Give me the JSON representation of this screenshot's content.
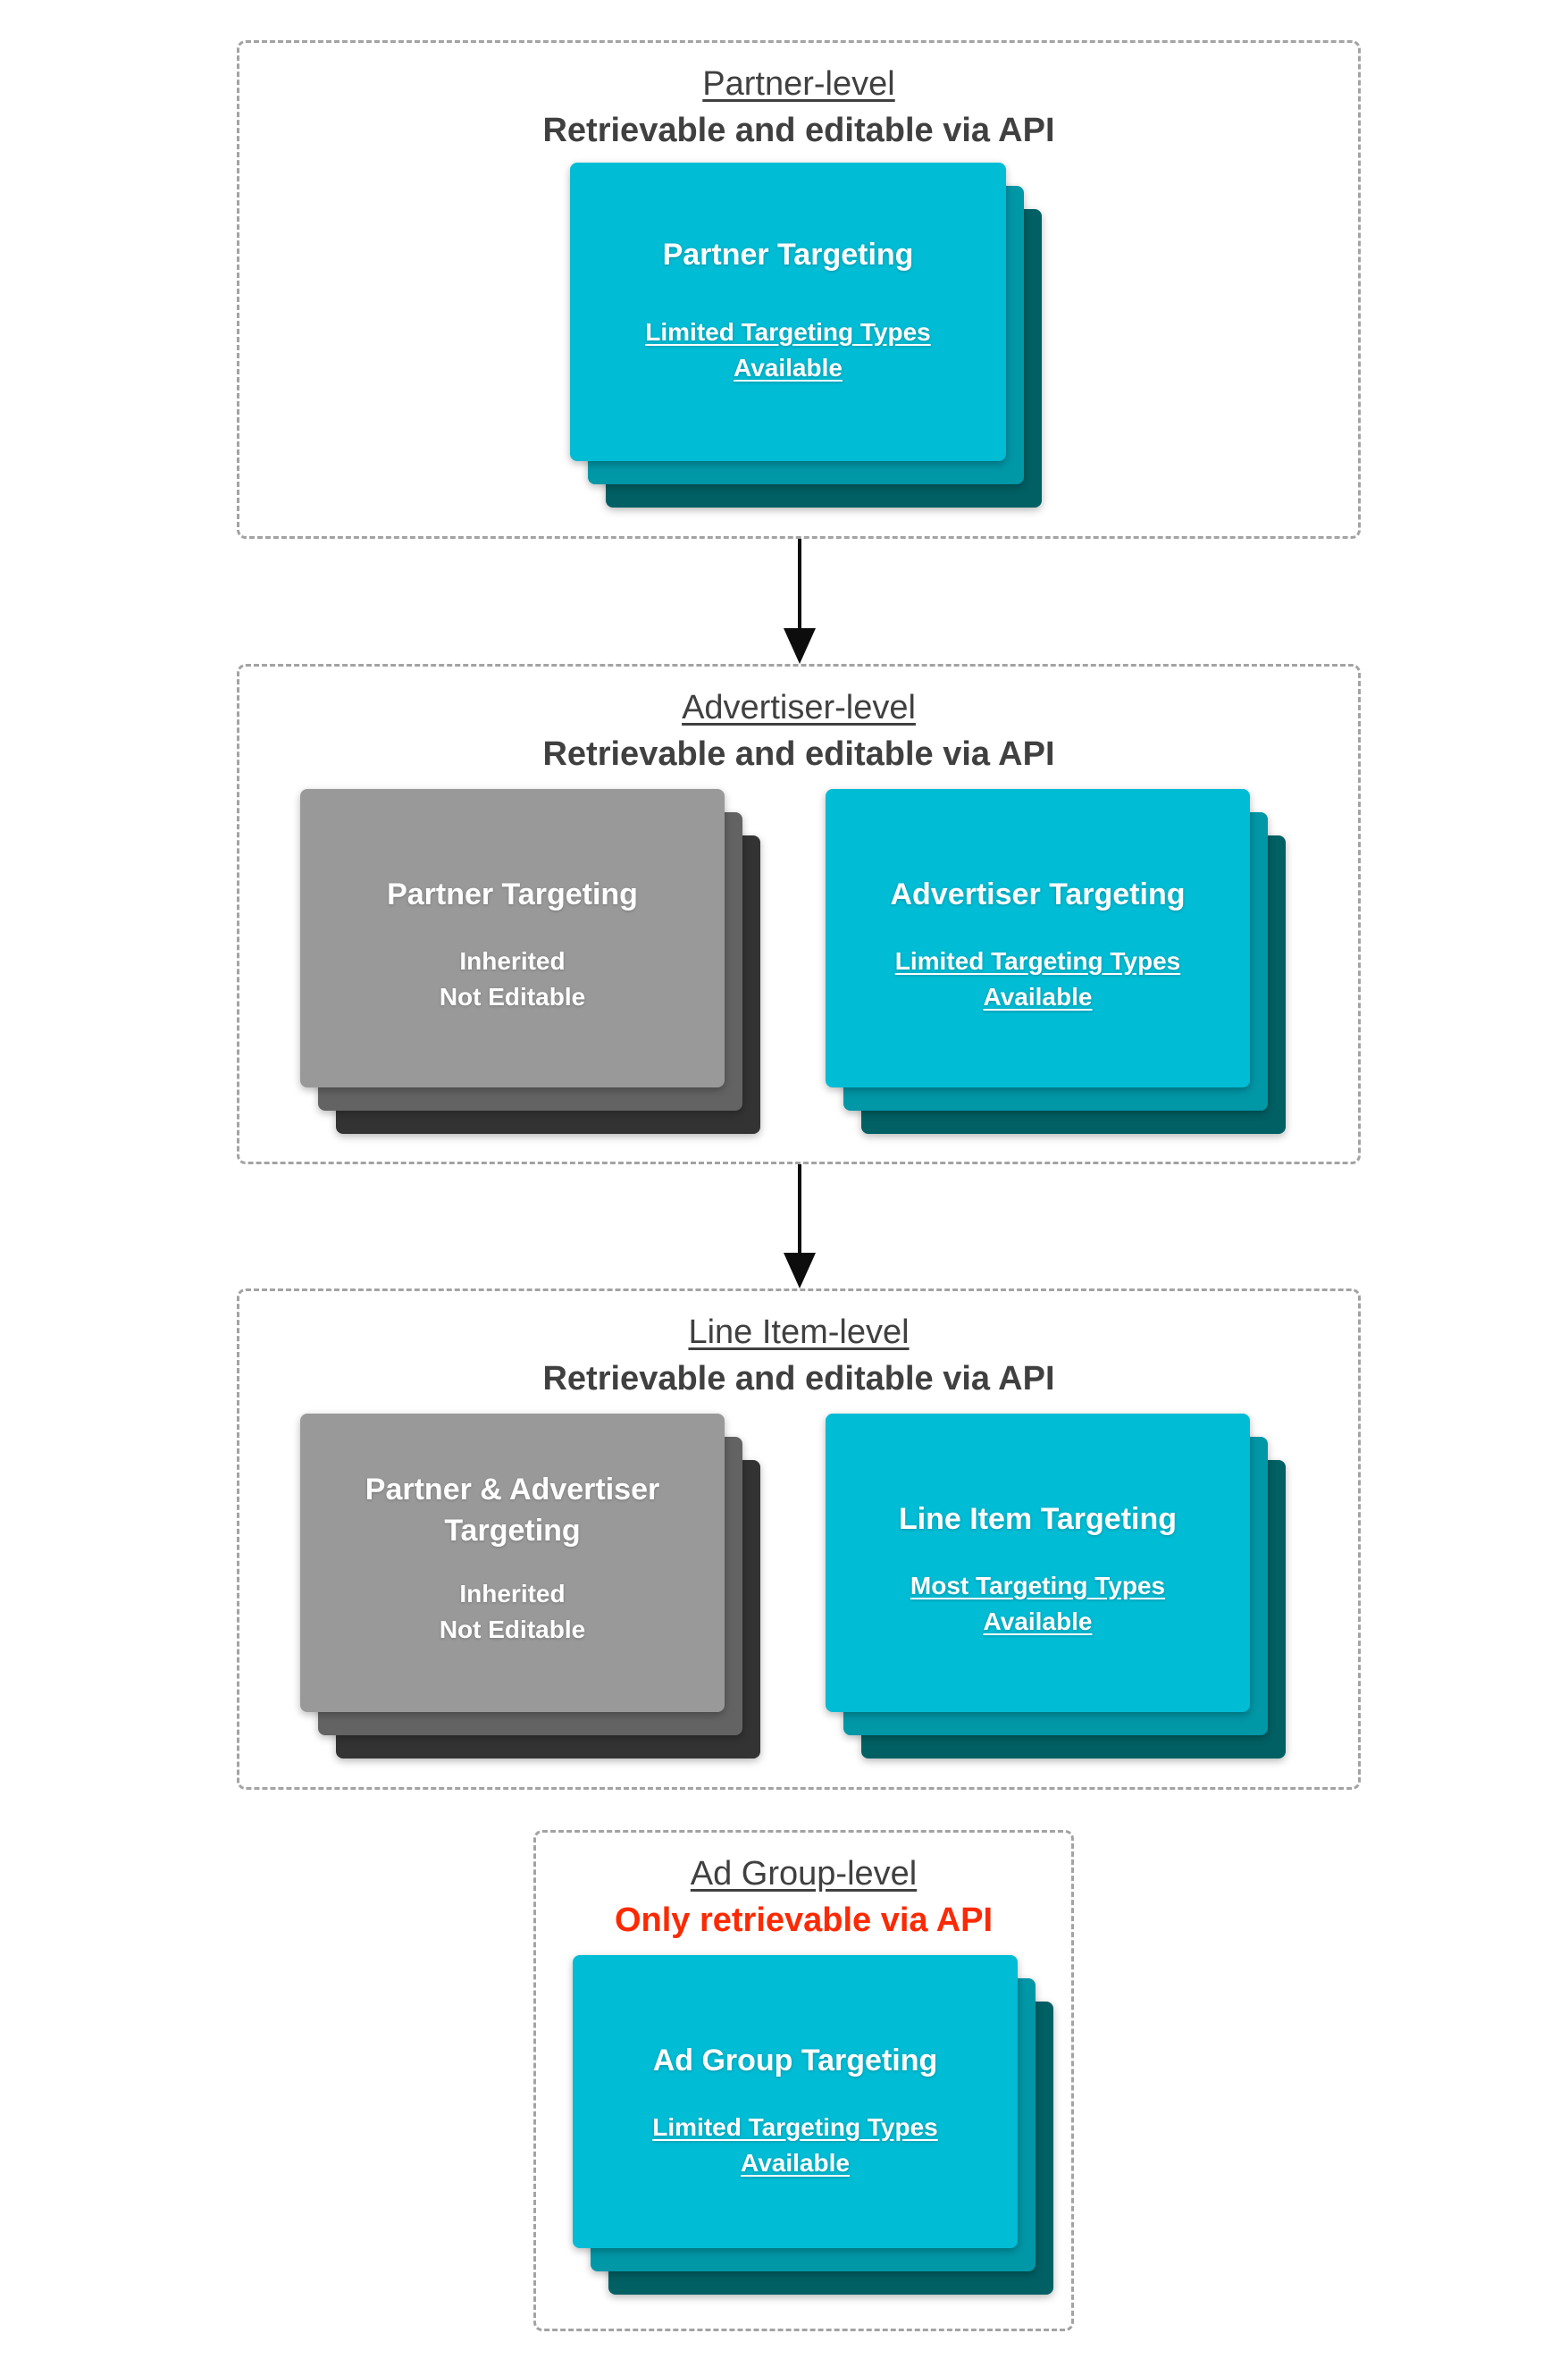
{
  "colors": {
    "teal_front": "#00bcd4",
    "teal_mid": "#0097a7",
    "teal_back": "#006064",
    "gray_front": "#999999",
    "gray_mid": "#636363",
    "gray_back": "#333333",
    "title_text": "#404040",
    "red_text": "#fb2a04",
    "card_text": "#ffffff",
    "dashed_border": "#a3a3a3",
    "arrow": "#0d0d0d"
  },
  "sections": [
    {
      "title": "Partner-level",
      "subtitle": "Retrievable and editable via API",
      "cards": [
        {
          "variant": "teal",
          "heading": "Partner Targeting",
          "lines": [
            "Limited Targeting Types Available"
          ]
        }
      ]
    },
    {
      "title": "Advertiser-level",
      "subtitle": "Retrievable and editable via API",
      "cards": [
        {
          "variant": "gray",
          "heading": "Partner Targeting",
          "lines": [
            "Inherited",
            "Not Editable"
          ]
        },
        {
          "variant": "teal",
          "heading": "Advertiser Targeting",
          "lines": [
            "Limited Targeting Types Available"
          ]
        }
      ]
    },
    {
      "title": "Line Item-level",
      "subtitle": "Retrievable and editable via API",
      "cards": [
        {
          "variant": "gray",
          "heading": "Partner & Advertiser Targeting",
          "lines": [
            "Inherited",
            "Not Editable"
          ]
        },
        {
          "variant": "teal",
          "heading": "Line Item Targeting",
          "lines": [
            "Most Targeting Types Available"
          ]
        }
      ]
    },
    {
      "title": "Ad Group-level",
      "subtitle": "Only retrievable via API",
      "cards": [
        {
          "variant": "teal",
          "heading": "Ad Group Targeting",
          "lines": [
            "Limited Targeting Types Available"
          ]
        }
      ]
    }
  ]
}
